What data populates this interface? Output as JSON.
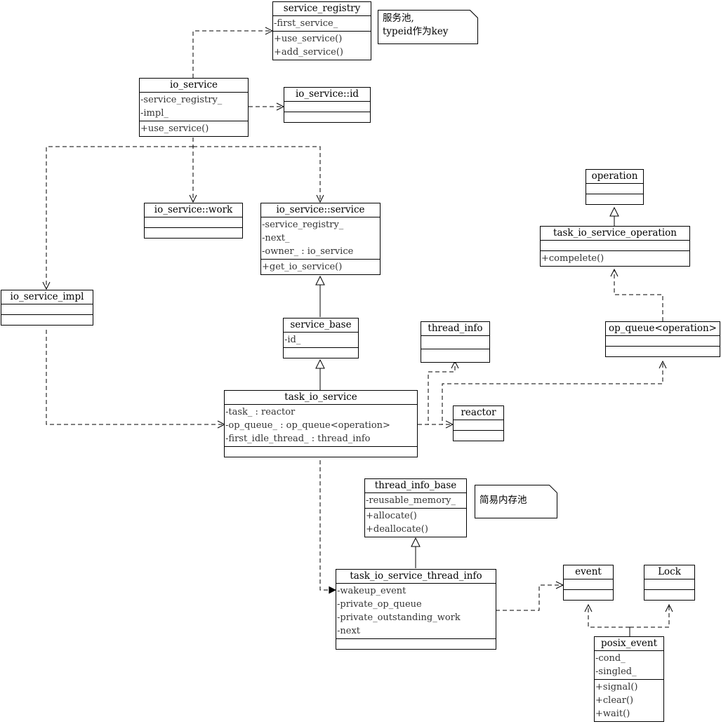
{
  "classes": {
    "service_registry": {
      "name": "service_registry",
      "attrs": [
        "-first_service_"
      ],
      "ops": [
        "+use_service()",
        "+add_service()"
      ]
    },
    "io_service": {
      "name": "io_service",
      "attrs": [
        "-service_registry_",
        "-impl_"
      ],
      "ops": [
        "+use_service()"
      ]
    },
    "io_service_id": {
      "name": "io_service::id",
      "attrs": [],
      "ops": []
    },
    "io_service_work": {
      "name": "io_service::work",
      "attrs": [],
      "ops": []
    },
    "io_service_service": {
      "name": "io_service::service",
      "attrs": [
        "-service_registry_",
        "-next_",
        "-owner_ : io_service"
      ],
      "ops": [
        "+get_io_service()"
      ]
    },
    "io_service_impl": {
      "name": "io_service_impl",
      "attrs": [],
      "ops": []
    },
    "service_base": {
      "name": "service_base",
      "attrs": [
        "-id_"
      ],
      "ops": []
    },
    "thread_info": {
      "name": "thread_info",
      "attrs": [],
      "ops": []
    },
    "reactor": {
      "name": "reactor",
      "attrs": [],
      "ops": []
    },
    "task_io_service": {
      "name": "task_io_service",
      "attrs": [
        "-task_ : reactor",
        "-op_queue_ : op_queue<operation>",
        "-first_idle_thread_ : thread_info"
      ],
      "ops": []
    },
    "operation": {
      "name": "operation",
      "attrs": [],
      "ops": []
    },
    "task_io_service_operation": {
      "name": "task_io_service_operation",
      "attrs": [],
      "ops": [
        "+compelete()"
      ]
    },
    "op_queue_operation": {
      "name": "op_queue<operation>",
      "attrs": [],
      "ops": []
    },
    "thread_info_base": {
      "name": "thread_info_base",
      "attrs": [
        "-reusable_memory_"
      ],
      "ops": [
        "+allocate()",
        "+deallocate()"
      ]
    },
    "task_io_service_thread_info": {
      "name": "task_io_service_thread_info",
      "attrs": [
        "-wakeup_event",
        "-private_op_queue",
        "-private_outstanding_work",
        "-next"
      ],
      "ops": []
    },
    "event": {
      "name": "event",
      "attrs": [],
      "ops": []
    },
    "lock": {
      "name": "Lock",
      "attrs": [],
      "ops": []
    },
    "posix_event": {
      "name": "posix_event",
      "attrs": [
        "-cond_",
        "-singled_"
      ],
      "ops": [
        "+signal()",
        "+clear()",
        "+wait()"
      ]
    }
  },
  "notes": {
    "service_pool": {
      "lines": [
        "服务池,",
        "typeid作为key"
      ]
    },
    "memory_pool": {
      "lines": [
        "简易内存池"
      ]
    }
  }
}
